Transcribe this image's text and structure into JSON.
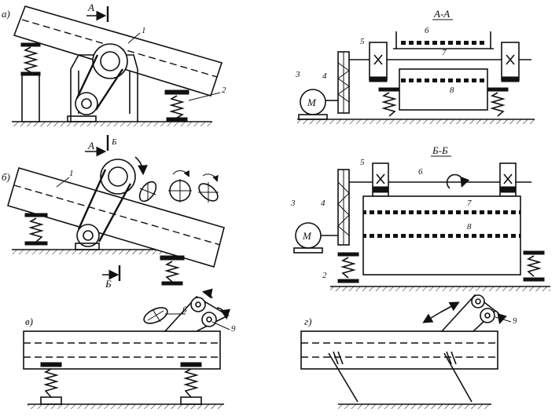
{
  "labels": {
    "panel_a": "а)",
    "panel_b": "б)",
    "panel_v": "в)",
    "panel_g": "г)",
    "section_aa": "А-А",
    "section_bb": "Б-Б",
    "section_mark_a": "А",
    "section_mark_b": "Б",
    "angle_beta": "β",
    "motor": "М",
    "callout_1": "1",
    "callout_2": "2",
    "callout_3": "3",
    "callout_4": "4",
    "callout_5": "5",
    "callout_6": "6",
    "callout_7": "7",
    "callout_8": "8",
    "callout_9": "9"
  }
}
